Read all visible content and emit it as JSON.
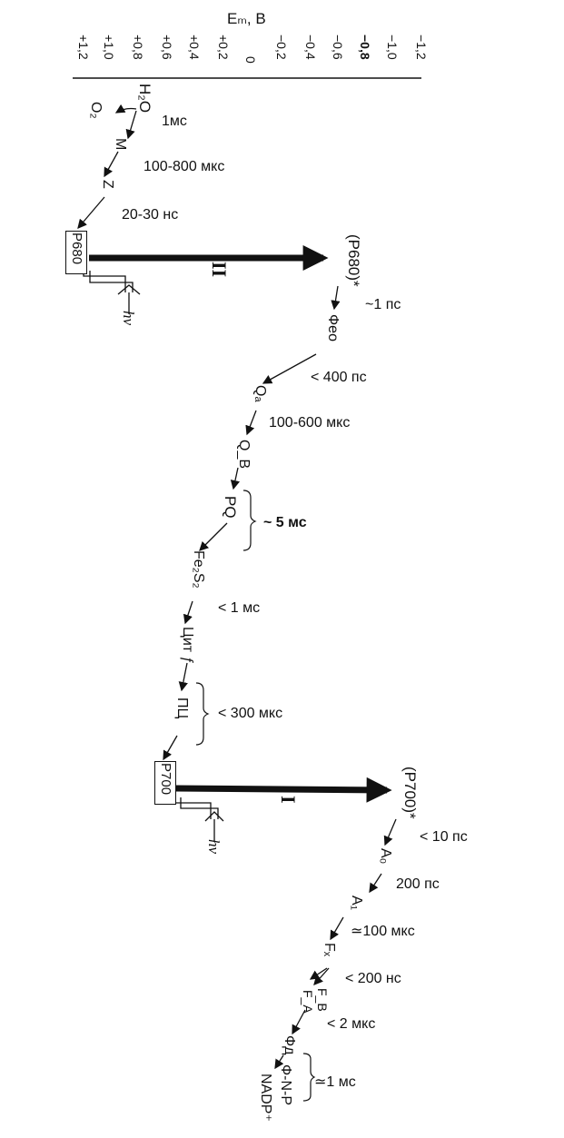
{
  "axis": {
    "label": "Eₘ, B",
    "ticks": [
      "+1,2",
      "+1,0",
      "+0,8",
      "+0,6",
      "+0,4",
      "+0,2",
      "0",
      "−0,2",
      "−0,4",
      "−0,6",
      "−0,8",
      "−1,0",
      "−1,2"
    ]
  },
  "photosystems": {
    "ps2": {
      "center": "P680",
      "excited": "(P680)*",
      "roman": "II",
      "light": "hν"
    },
    "ps1": {
      "center": "P700",
      "excited": "(P700)*",
      "roman": "I",
      "light": "hν"
    }
  },
  "carriers": {
    "h2o": "H₂O",
    "o2": "O₂",
    "m": "M",
    "z": "Z",
    "pheo": "Феο",
    "qa": "Qₐ",
    "qb": "Q_B",
    "pq": "PQ",
    "fes": "Fe₂S₂",
    "cyt": "Цит ƒ",
    "pc": "ПЦ",
    "a0": "A₀",
    "a1": "A₁",
    "fx": "Fₓ",
    "fb": "F_B",
    "fa": "F_A",
    "fd": "Фд",
    "fnr": "Ф-N-P",
    "nadp": "NADP⁺"
  },
  "times": {
    "t1": "1мс",
    "t2": "100-800 мкс",
    "t3": "20-30 нс",
    "t4": "~1 пс",
    "t5": "< 400 пс",
    "t6": "100-600 мкс",
    "t7": "~ 5 мс",
    "t8": "< 1 мс",
    "t9": "< 300 мкс",
    "t10": "< 10 пс",
    "t11": "200 пс",
    "t12": "≃100 мкс",
    "t13": "< 200 нс",
    "t14": "< 2 мкс",
    "t15": "≃1 мс"
  }
}
